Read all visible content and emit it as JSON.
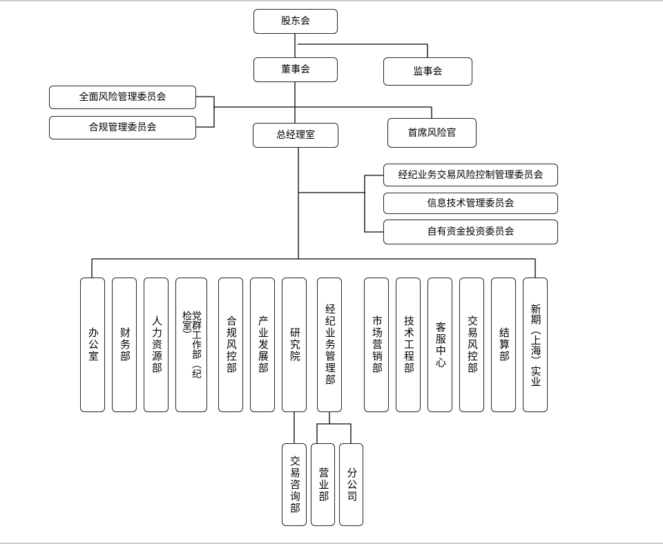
{
  "chart": {
    "title": "",
    "top_level": {
      "shareholders": "股东会",
      "board": "董事会",
      "supervisors": "监事会",
      "gm_office": "总经理室",
      "cro": "首席风险官"
    },
    "board_committees": [
      "全面风险管理委员会",
      "合规管理委员会"
    ],
    "gm_committees": [
      "经纪业务交易风险控制管理委员会",
      "信息技术管理委员会",
      "自有资金投资委员会"
    ],
    "departments": [
      "办公室",
      "财务部",
      "人力资源部",
      "党群工作部（纪检室）",
      "合规风控部",
      "产业发展部",
      "研究院",
      "经纪业务管理部",
      "市场营销部",
      "技术工程部",
      "客服中心",
      "交易风控部",
      "结算部",
      "新期（上海）实业"
    ],
    "research_sub": [
      "交易咨询部"
    ],
    "brokerage_sub": [
      "营业部",
      "分公司"
    ]
  }
}
